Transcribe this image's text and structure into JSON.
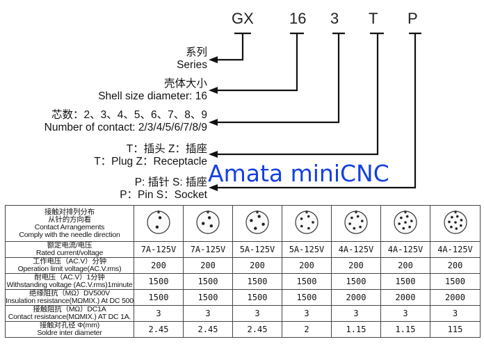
{
  "model_code": {
    "series": "GX",
    "shell": "16",
    "contacts": "3",
    "type": "T",
    "pin": "P"
  },
  "labels": {
    "series_cn": "系列",
    "series_en": "Series",
    "shell_cn": "壳体大小",
    "shell_en": "Shell size diameter: 16",
    "contacts_cn": "芯数：2、3、4、5、6、7、8、9",
    "contacts_en": "Number of contact: 2/3/4/5/6/7/8/9",
    "type_cn": "T：插头    Z：插座",
    "type_en": "T：Plug    Z：Receptacle",
    "pin_cn": "P: 插针    S: 插座",
    "pin_en": "P：Pin    S：Socket"
  },
  "watermark": "Amata miniCNC",
  "table": {
    "rows": [
      {
        "cn": "接触对排列分布",
        "cn2": "从针的方向看",
        "en": "Contact Arrangements",
        "en2": "Comply with the needle direction",
        "pins": [
          2,
          3,
          4,
          5,
          6,
          7,
          8
        ]
      },
      {
        "cn": "额定电流/电压",
        "en": "Rated current/voltage",
        "values": [
          "7A-125V",
          "7A-125V",
          "5A-125V",
          "5A-125V",
          "4A-125V",
          "4A-125V",
          "4A-125V"
        ]
      },
      {
        "cn": "工作电压（AC.V）分钟",
        "en": "Operation limit voltage(AC.V.rms)",
        "values": [
          "200",
          "200",
          "200",
          "200",
          "200",
          "200",
          "200"
        ]
      },
      {
        "cn": "耐电压（AC.V）1分钟",
        "en": "Withstanding voltage (AC.V.rms)1minute",
        "values": [
          "1500",
          "1500",
          "1500",
          "1500",
          "1500",
          "1500",
          "1500"
        ]
      },
      {
        "cn": "绝缘阻抗（MΩ）DV500V",
        "en": "Insulation resistance(MΩMIX.) At DC 500V",
        "values": [
          "1500",
          "1500",
          "1500",
          "1500",
          "2000",
          "2000",
          "2000"
        ]
      },
      {
        "cn": "接触阻抗（MΩ）DC1A",
        "en": "Contact resistance(MΩMIX.) AT DC 1A.",
        "values": [
          "3",
          "3",
          "3",
          "3",
          "3",
          "3",
          "3"
        ]
      },
      {
        "cn": "接触对孔径 Φ(mm)",
        "en": "Soldre inter diameter",
        "values": [
          "2.45",
          "2.45",
          "2.45",
          "2",
          "1.15",
          "1.15",
          "115"
        ]
      }
    ]
  }
}
